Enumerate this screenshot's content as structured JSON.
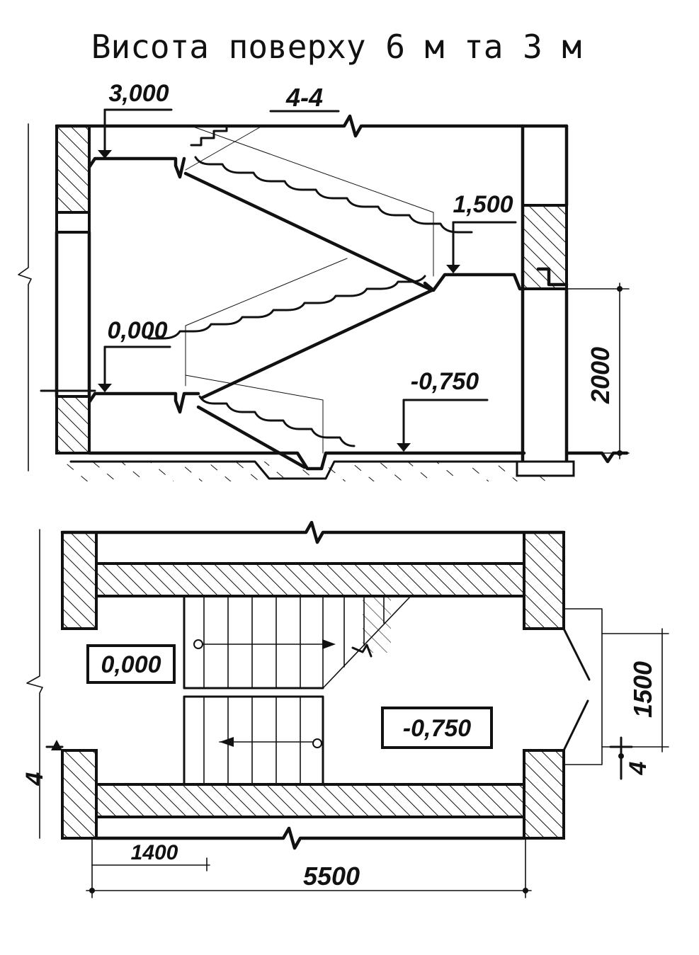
{
  "title": "Висота поверху 6 м та 3 м",
  "section": {
    "name": "4-4",
    "levels": {
      "top": "3,000",
      "landing": "1,500",
      "floor": "0,000",
      "basement": "-0,750"
    },
    "dim_height": "2000"
  },
  "plan": {
    "levels": {
      "floor": "0,000",
      "basement": "-0,750"
    },
    "dims": {
      "width": "5500",
      "width_part": "1400",
      "depth": "1500",
      "axis_left": "4",
      "axis_right": "4"
    }
  },
  "colors": {
    "ink": "#111111",
    "paper": "#ffffff"
  }
}
